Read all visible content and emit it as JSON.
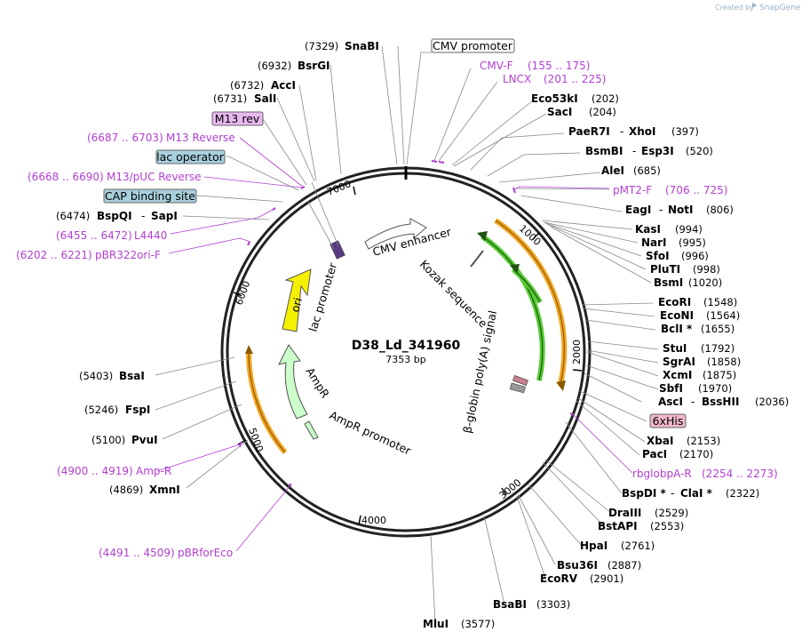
{
  "watermark": {
    "created_by": "Created by",
    "brand": "SnapGene"
  },
  "plasmid": {
    "name": "D38_Ld_341960",
    "length": "7353 bp"
  },
  "ticks": [
    "1000",
    "2000",
    "3000",
    "4000",
    "5000",
    "6000",
    "7000"
  ],
  "enzymes_right": [
    {
      "name": "Eco53kI",
      "pos": "(202)"
    },
    {
      "name": "SacI",
      "pos": "(204)"
    },
    {
      "name": "PaeR7I",
      "name2": "XhoI",
      "pos": "(397)"
    },
    {
      "name": "BsmBI",
      "name2": "Esp3I",
      "pos": "(520)"
    },
    {
      "name": "AleI",
      "pos": "(685)"
    },
    {
      "name": "EagI",
      "name2": "NotI",
      "pos": "(806)"
    },
    {
      "name": "KasI",
      "pos": "(994)"
    },
    {
      "name": "NarI",
      "pos": "(995)"
    },
    {
      "name": "SfoI",
      "pos": "(996)"
    },
    {
      "name": "PluTI",
      "pos": "(998)"
    },
    {
      "name": "BsmI",
      "pos": "(1020)"
    },
    {
      "name": "EcoRI",
      "pos": "(1548)"
    },
    {
      "name": "EcoNI",
      "pos": "(1564)"
    },
    {
      "name": "BclI *",
      "pos": "(1655)"
    },
    {
      "name": "StuI",
      "pos": "(1792)"
    },
    {
      "name": "SgrAI",
      "pos": "(1858)"
    },
    {
      "name": "XcmI",
      "pos": "(1875)"
    },
    {
      "name": "SbfI",
      "pos": "(1970)"
    },
    {
      "name": "AscI",
      "name2": "BssHII",
      "pos": "(2036)"
    },
    {
      "name": "XbaI",
      "pos": "(2153)"
    },
    {
      "name": "PacI",
      "pos": "(2170)"
    },
    {
      "name": "BspDI *",
      "name2": "ClaI *",
      "pos": "(2322)"
    },
    {
      "name": "DraIII",
      "pos": "(2529)"
    },
    {
      "name": "BstAPI",
      "pos": "(2553)"
    },
    {
      "name": "HpaI",
      "pos": "(2761)"
    },
    {
      "name": "Bsu36I",
      "pos": "(2887)"
    },
    {
      "name": "EcoRV",
      "pos": "(2901)"
    },
    {
      "name": "BsaBI",
      "pos": "(3303)"
    },
    {
      "name": "MluI",
      "pos": "(3577)"
    }
  ],
  "enzymes_left": [
    {
      "name": "SnaBI",
      "pos": "(7329)"
    },
    {
      "name": "BsrGI",
      "pos": "(6932)"
    },
    {
      "name": "AccI",
      "pos": "(6732)"
    },
    {
      "name": "SalI",
      "pos": "(6731)"
    },
    {
      "name": "BspQI",
      "name2": "SapI",
      "pos": "(6474)"
    },
    {
      "name": "BsaI",
      "pos": "(5403)"
    },
    {
      "name": "FspI",
      "pos": "(5246)"
    },
    {
      "name": "PvuI",
      "pos": "(5100)"
    },
    {
      "name": "XmnI",
      "pos": "(4869)"
    }
  ],
  "primers": [
    {
      "name": "CMV-F",
      "pos": "(155 .. 175)"
    },
    {
      "name": "LNCX",
      "pos": "(201 .. 225)"
    },
    {
      "name": "pMT2-F",
      "pos": "(706 .. 725)"
    },
    {
      "name": "rbglobpA-R",
      "pos": "(2254 .. 2273)"
    },
    {
      "name": "M13 Reverse",
      "pos": "(6687 .. 6703)"
    },
    {
      "name": "M13/pUC Reverse",
      "pos": "(6668 .. 6690)"
    },
    {
      "name": "L4440",
      "pos": "(6455 .. 6472)"
    },
    {
      "name": "pBR322ori-F",
      "pos": "(6202 .. 6221)"
    },
    {
      "name": "Amp-R",
      "pos": "(4900 .. 4919)"
    },
    {
      "name": "pBRforEco",
      "pos": "(4491 .. 4509)"
    }
  ],
  "boxed_features": {
    "cmv_promoter": "CMV promoter",
    "m13_rev": "M13 rev",
    "lac_operator": "lac operator",
    "cap_site": "CAP binding site",
    "six_his": "6xHis"
  },
  "inner_features": {
    "cmv_enhancer": "CMV enhancer",
    "kozak": "Kozak sequence",
    "beta_globin": "β-globin poly(A) signal",
    "lac_promoter": "lac promoter",
    "ori": "ori",
    "ampr": "AmpR",
    "ampr_promoter": "AmpR promoter"
  },
  "colors": {
    "primer": "#b13fd1",
    "ori": "#f4f000",
    "ampr": "#ccffcc",
    "orange_orf": "#f5a623",
    "green_orf": "#33aa22",
    "box_teal": "#a8d0dc",
    "box_purple": "#e8b8f0",
    "box_pink": "#f0b8c8"
  }
}
